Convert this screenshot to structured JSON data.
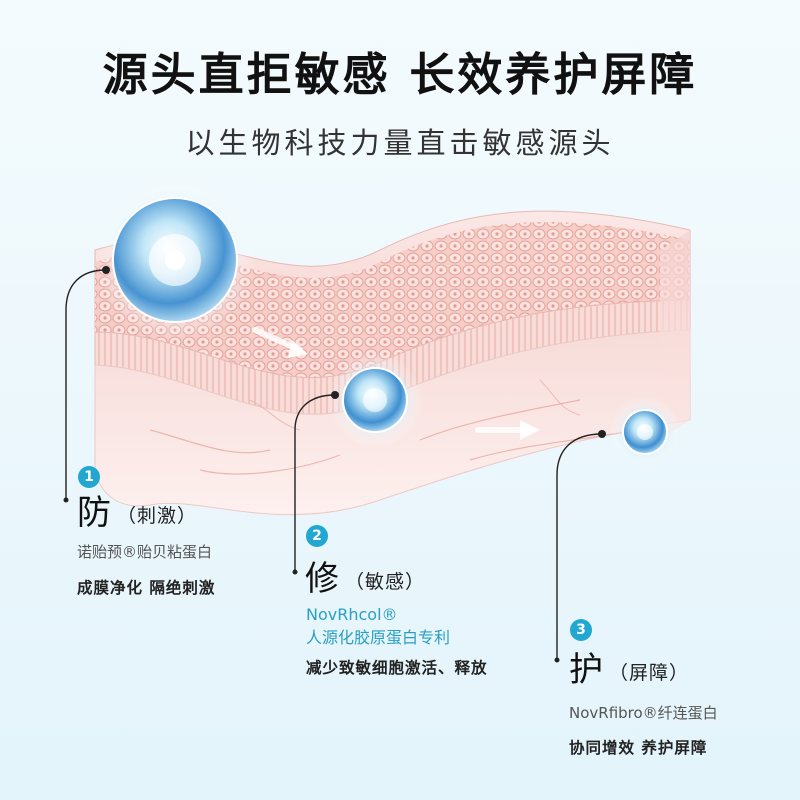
{
  "header": {
    "title": "源头直拒敏感 长效养护屏障",
    "subtitle": "以生物科技力量直击敏感源头"
  },
  "features": [
    {
      "number": "1",
      "glyph": "防",
      "paren": "（刺激）",
      "ingredient": "诺贻预®贻贝粘蛋白",
      "benefit": "成膜净化  隔绝刺激"
    },
    {
      "number": "2",
      "glyph": "修",
      "paren": "（敏感）",
      "brand": "NovRhcol®",
      "ingredient": "人源化胶原蛋白专利",
      "benefit": "减少致敏细胞激活、释放"
    },
    {
      "number": "3",
      "glyph": "护",
      "paren": "（屏障）",
      "ingredient": "NovRfibro®纤连蛋白",
      "benefit": "协同增效  养护屏障"
    }
  ],
  "colors": {
    "accent": "#22a7d0",
    "skin_top": "#f7d9d8",
    "skin_cells": "#eeb4ad",
    "background": "#eef8fc"
  }
}
